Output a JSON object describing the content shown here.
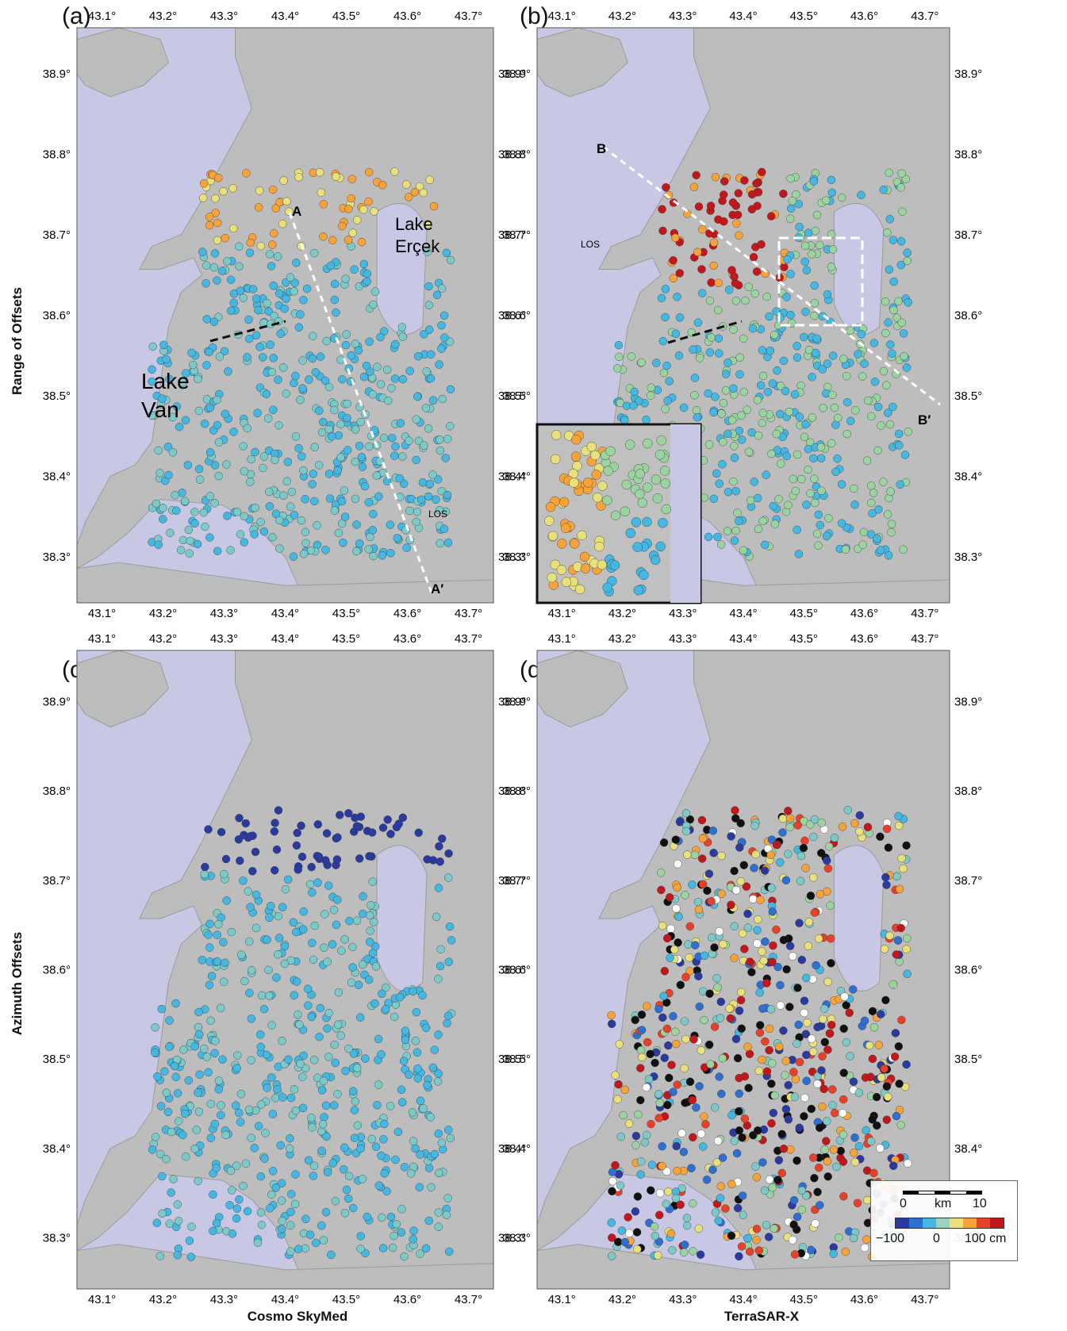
{
  "panels": [
    {
      "letter": "(a)"
    },
    {
      "letter": "(b)"
    },
    {
      "letter": "(c)"
    },
    {
      "letter": "(d)"
    }
  ],
  "row_labels": [
    "Range of Offsets",
    "Azimuth Offsets"
  ],
  "column_labels": [
    "Cosmo SkyMed",
    "TerraSAR-X"
  ],
  "lon_ticks": [
    "43.1°",
    "43.2°",
    "43.3°",
    "43.4°",
    "43.5°",
    "43.6°",
    "43.7°"
  ],
  "lat_ticks": [
    "38.9°",
    "38.8°",
    "38.7°",
    "38.6°",
    "38.5°",
    "38.4°",
    "38.3°"
  ],
  "map_labels": {
    "lake_ercek": [
      "Lake",
      "Erçek"
    ],
    "lake_van": [
      "Lake",
      "Van"
    ],
    "profile_a": "A",
    "profile_a_end": "A′",
    "profile_b": "B",
    "profile_b_end": "B′",
    "los": "LOS"
  },
  "colorbar": {
    "scale_labels": [
      "0",
      "km",
      "10"
    ],
    "value_labels": [
      "−100",
      "0",
      "100 cm"
    ],
    "colors": [
      "#2b3a9e",
      "#2f6fd0",
      "#45b7e0",
      "#9ad3c0",
      "#e8e07a",
      "#f5a33a",
      "#e8412a",
      "#c0181c"
    ]
  },
  "colors": {
    "lake": "#c9c8e4",
    "land": "#bdbdbd",
    "frame": "#555555"
  }
}
